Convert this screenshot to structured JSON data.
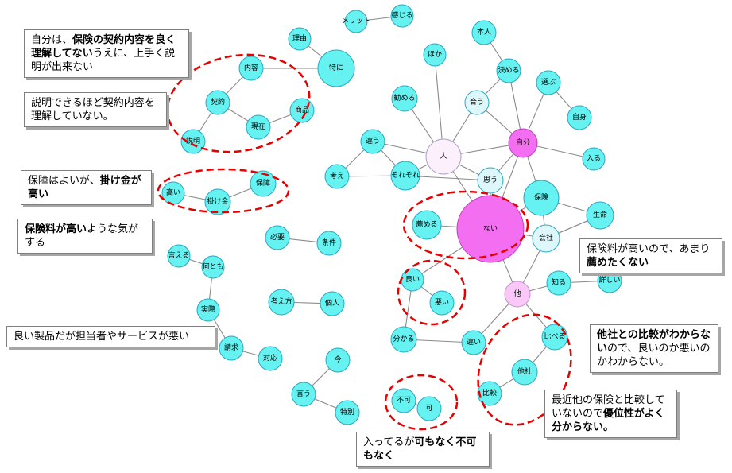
{
  "colors": {
    "node_fill": "#66f2f0",
    "node_stroke": "#2aa7c2",
    "node_pale_fill": "#ddf7fb",
    "node_white_fill": "#fbf0fb",
    "node_magenta_fill": "#f36ef0",
    "node_pink_fill": "#f9c8f8",
    "edge": "#8a8a8a",
    "dashed_ellipse": "#e60000"
  },
  "nodes": [
    {
      "id": "merit",
      "label": "メリット"
    },
    {
      "id": "kanjiru",
      "label": "感じる"
    },
    {
      "id": "riyuu",
      "label": "理由"
    },
    {
      "id": "tokuni",
      "label": "特に"
    },
    {
      "id": "naiyou",
      "label": "内容"
    },
    {
      "id": "keiyaku",
      "label": "契約"
    },
    {
      "id": "shouhin",
      "label": "商品"
    },
    {
      "id": "genzai",
      "label": "現在"
    },
    {
      "id": "setsumei",
      "label": "説明"
    },
    {
      "id": "hoka",
      "label": "ほか"
    },
    {
      "id": "honnin",
      "label": "本人"
    },
    {
      "id": "kimeru",
      "label": "決める"
    },
    {
      "id": "erabu",
      "label": "選ぶ"
    },
    {
      "id": "susumeru",
      "label": "勧める"
    },
    {
      "id": "au",
      "label": "合う"
    },
    {
      "id": "jishin",
      "label": "自身"
    },
    {
      "id": "chigau",
      "label": "違う"
    },
    {
      "id": "hito",
      "label": "人"
    },
    {
      "id": "jibun",
      "label": "自分"
    },
    {
      "id": "hairu",
      "label": "入る"
    },
    {
      "id": "kangae",
      "label": "考え"
    },
    {
      "id": "sorezore",
      "label": "それぞれ"
    },
    {
      "id": "omou",
      "label": "思う"
    },
    {
      "id": "takai",
      "label": "高い"
    },
    {
      "id": "kakekin",
      "label": "掛け金"
    },
    {
      "id": "hoshou",
      "label": "保障"
    },
    {
      "id": "hoken",
      "label": "保険"
    },
    {
      "id": "seimei",
      "label": "生命"
    },
    {
      "id": "susumeru2",
      "label": "薦める"
    },
    {
      "id": "nai",
      "label": "ない"
    },
    {
      "id": "kaisha",
      "label": "会社"
    },
    {
      "id": "hitsuyou",
      "label": "必要"
    },
    {
      "id": "jouken",
      "label": "条件"
    },
    {
      "id": "ieru",
      "label": "言える"
    },
    {
      "id": "nantomo",
      "label": "何とも"
    },
    {
      "id": "yoi",
      "label": "良い"
    },
    {
      "id": "warui",
      "label": "悪い"
    },
    {
      "id": "ta",
      "label": "他"
    },
    {
      "id": "shiru",
      "label": "知る"
    },
    {
      "id": "kuwashii",
      "label": "詳しい"
    },
    {
      "id": "kangaekata",
      "label": "考え方"
    },
    {
      "id": "kojin",
      "label": "個人"
    },
    {
      "id": "jissai",
      "label": "実際"
    },
    {
      "id": "seikyuu",
      "label": "請求"
    },
    {
      "id": "taiou",
      "label": "対応"
    },
    {
      "id": "wakaru",
      "label": "分かる"
    },
    {
      "id": "chigai",
      "label": "違い"
    },
    {
      "id": "kuraberu",
      "label": "比べる"
    },
    {
      "id": "tasha",
      "label": "他社"
    },
    {
      "id": "hikaku",
      "label": "比較"
    },
    {
      "id": "ima",
      "label": "今"
    },
    {
      "id": "iu",
      "label": "言う"
    },
    {
      "id": "tokubetsu",
      "label": "特別"
    },
    {
      "id": "fuka",
      "label": "不可"
    },
    {
      "id": "ka",
      "label": "可"
    }
  ],
  "callouts": [
    {
      "id": "c1",
      "parts": [
        {
          "t": "自分は、",
          "b": false
        },
        {
          "t": "保険の契約内容を良く理解してない",
          "b": true
        },
        {
          "t": "うえに、上手く説明が出来ない",
          "b": false
        }
      ]
    },
    {
      "id": "c2",
      "parts": [
        {
          "t": "説明できるほど契約内容を理解していない。",
          "b": false
        }
      ]
    },
    {
      "id": "c3",
      "parts": [
        {
          "t": "保障はよいが、",
          "b": false
        },
        {
          "t": "掛け金が高い",
          "b": true
        }
      ]
    },
    {
      "id": "c4",
      "parts": [
        {
          "t": "保険料が高い",
          "b": true
        },
        {
          "t": "ような気がする",
          "b": false
        }
      ]
    },
    {
      "id": "c5",
      "parts": [
        {
          "t": "良い製品だが担当者やサービスが悪い",
          "b": false
        }
      ]
    },
    {
      "id": "c6",
      "parts": [
        {
          "t": "保険料が高いので、あまり",
          "b": false
        },
        {
          "t": "薦めたくない",
          "b": true
        }
      ]
    },
    {
      "id": "c7",
      "parts": [
        {
          "t": "他社との比較がわからない",
          "b": true
        },
        {
          "t": "ので、良いのか悪いのかわからない。",
          "b": false
        }
      ]
    },
    {
      "id": "c8",
      "parts": [
        {
          "t": "最近他の保険と比較していないので",
          "b": false
        },
        {
          "t": "優位性がよく分からない。",
          "b": true
        }
      ]
    },
    {
      "id": "c9",
      "parts": [
        {
          "t": "入ってるが",
          "b": false
        },
        {
          "t": "可もなく不可もなく",
          "b": true
        }
      ]
    }
  ]
}
